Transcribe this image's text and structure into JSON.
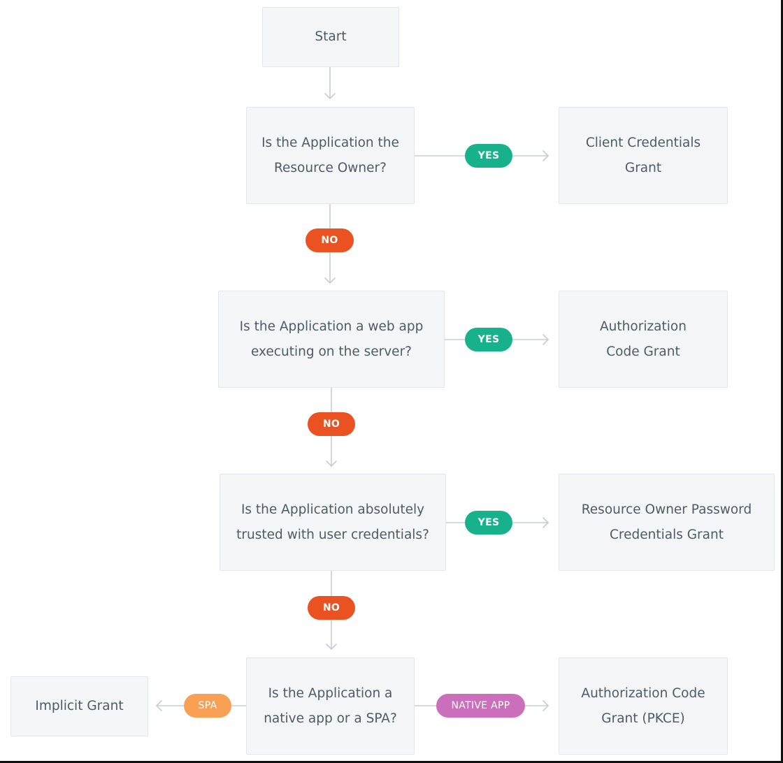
{
  "nodes": {
    "start": "Start",
    "q_resource_owner": "Is the Application the\nResource Owner?",
    "client_credentials": "Client Credentials\nGrant",
    "q_web_app": "Is the Application a web app\nexecuting on the server?",
    "authorization_code": "Authorization\nCode Grant",
    "q_trusted": "Is the Application absolutely\ntrusted with user credentials?",
    "ropc": "Resource Owner Password\nCredentials Grant",
    "q_native_spa": "Is the Application a\nnative app or a SPA?",
    "implicit": "Implicit Grant",
    "auth_code_pkce": "Authorization Code\nGrant (PKCE)"
  },
  "labels": {
    "yes": "YES",
    "no": "NO",
    "spa": "SPA",
    "native_app": "NATIVE APP"
  },
  "colors": {
    "yes": "#17b28c",
    "no": "#ea5321",
    "spa": "#f9a055",
    "native_app": "#cb6fbd",
    "box_fill": "#f5f6f7",
    "connector": "#c9cdd2"
  }
}
